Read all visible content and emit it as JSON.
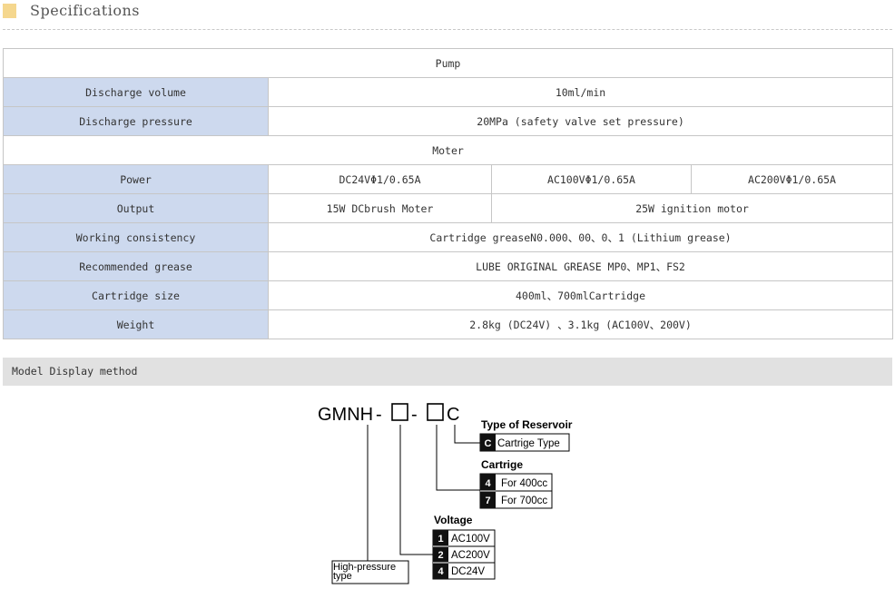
{
  "header": {
    "title": "Specifications"
  },
  "table": {
    "pump_section": "Pump",
    "discharge_volume": {
      "label": "Discharge volume",
      "value": "10ml/min"
    },
    "discharge_pressure": {
      "label": "Discharge pressure",
      "value": "20MPa (safety valve set pressure)"
    },
    "moter_section": "Moter",
    "power": {
      "label": "Power",
      "values": [
        "DC24VΦ1/0.65A",
        "AC100VΦ1/0.65A",
        "AC200VΦ1/0.65A"
      ]
    },
    "output": {
      "label": "Output",
      "values": [
        "15W DCbrush Moter",
        "25W ignition motor"
      ]
    },
    "working_consistency": {
      "label": "Working consistency",
      "value": "Cartridge greaseN0.000、00、0、1 (Lithium grease)"
    },
    "recommended_grease": {
      "label": "Recommended grease",
      "value": "LUBE ORIGINAL GREASE MP0、MP1、FS2"
    },
    "cartridge_size": {
      "label": "Cartridge size",
      "value": "400ml、700mlCartridge"
    },
    "weight": {
      "label": "Weight",
      "value": "2.8kg (DC24V) 、3.1kg (AC100V、200V)"
    }
  },
  "model": {
    "section_title": "Model Display method",
    "prefix": "GMNH",
    "dash": "-",
    "suffix": "C",
    "reservoir": {
      "title": "Type of Reservoir",
      "options": [
        {
          "code": "C",
          "text": "Cartrige Type"
        }
      ]
    },
    "cartrige": {
      "title": "Cartrige",
      "options": [
        {
          "code": "4",
          "text": "For 400cc"
        },
        {
          "code": "7",
          "text": "For 700cc"
        }
      ]
    },
    "voltage": {
      "title": "Voltage",
      "options": [
        {
          "code": "1",
          "text": "AC100V"
        },
        {
          "code": "2",
          "text": "AC200V"
        },
        {
          "code": "4",
          "text": "DC24V"
        }
      ]
    },
    "type_note": "High-pressure type"
  },
  "colors": {
    "label_bg": "#cdd9ee",
    "header_square": "#f5d78e",
    "section_bar": "#e1e1e1"
  }
}
